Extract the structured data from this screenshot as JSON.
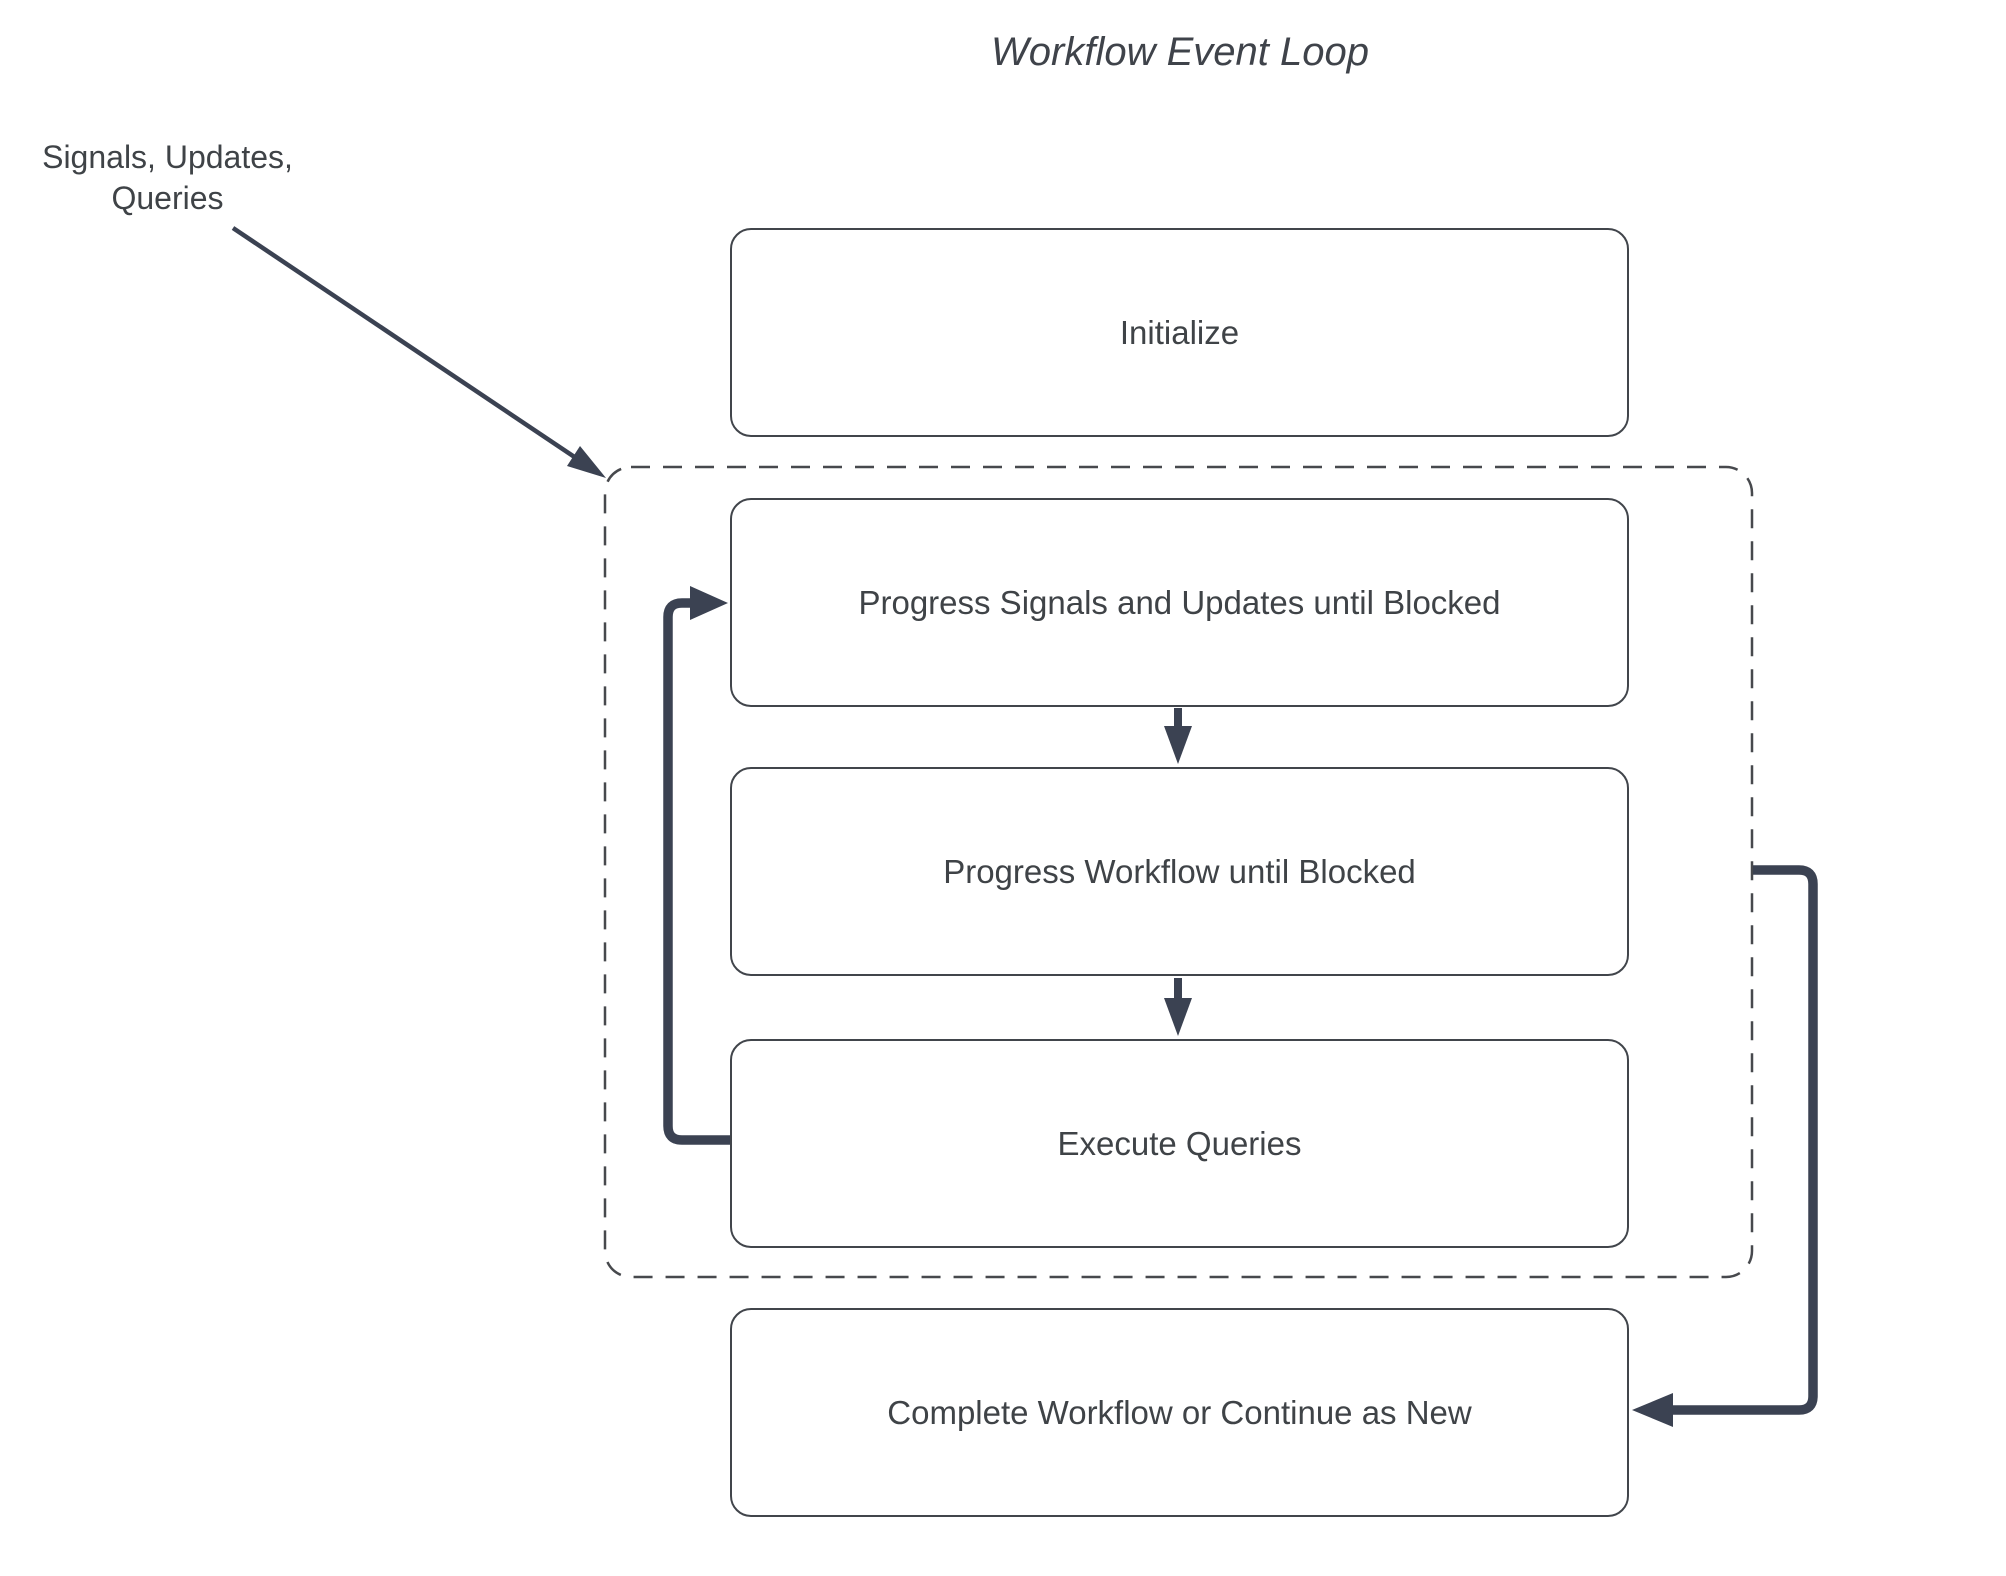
{
  "title": "Workflow Event Loop",
  "annotation": {
    "label": "Signals, Updates,\nQueries"
  },
  "nodes": [
    {
      "id": "initialize",
      "label": "Initialize"
    },
    {
      "id": "progress-signals",
      "label": "Progress Signals and Updates until Blocked"
    },
    {
      "id": "progress-workflow",
      "label": "Progress Workflow until Blocked"
    },
    {
      "id": "execute-queries",
      "label": "Execute Queries"
    },
    {
      "id": "complete-workflow",
      "label": "Complete Workflow or Continue as New"
    }
  ],
  "container": {
    "name": "event-loop-group",
    "style": "dashed"
  },
  "colors": {
    "background": "#ffffff",
    "text": "#3f4347",
    "node_border": "#41454b",
    "dashed_border": "#47494d",
    "connector": "#3b4252"
  }
}
